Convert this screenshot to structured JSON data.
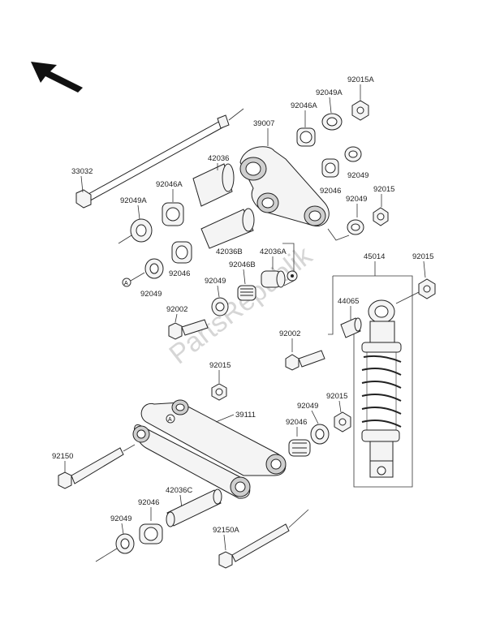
{
  "diagram": {
    "watermark": "PartsRepublik",
    "ref_marker": "A",
    "labels": {
      "p33032": "33032",
      "p39007": "39007",
      "p92046A_1": "92046A",
      "p92049A_1": "92049A",
      "p92015A": "92015A",
      "p42036": "42036",
      "p92046A_2": "92046A",
      "p92049A_2": "92049A",
      "p92049_1": "92049",
      "p92046_1": "92046",
      "p92049_2": "92049",
      "p92015_1": "92015",
      "p42036B": "42036B",
      "p92046B": "92046B",
      "p42036A": "42036A",
      "p92049_3": "92049",
      "p92046_2": "92046",
      "p92049_4": "92049",
      "p92002_1": "92002",
      "p45014": "45014",
      "p92015_2": "92015",
      "p44065": "44065",
      "p92002_2": "92002",
      "p92015_3": "92015",
      "p39111": "39111",
      "p92049_5": "92049",
      "p92015_4": "92015",
      "p92046_3": "92046",
      "p92150": "92150",
      "p42036C": "42036C",
      "p92046_4": "92046",
      "p92049_6": "92049",
      "p92150A": "92150A"
    }
  }
}
